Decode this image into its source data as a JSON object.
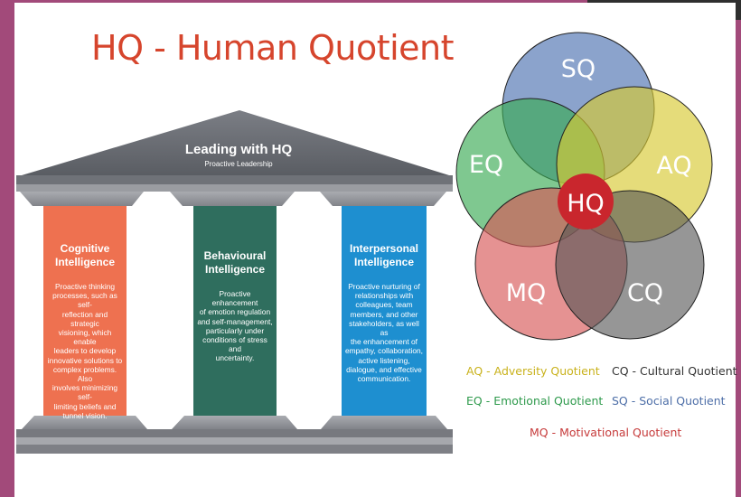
{
  "title": "HQ - Human Quotient",
  "temple": {
    "roof_title": "Leading with HQ",
    "roof_subtitle": "Proactive Leadership",
    "pillars": [
      {
        "title_lines": [
          "Cognitive",
          "Intelligence"
        ],
        "body_lines": [
          "Proactive thinking",
          "processes, such as self-",
          "reflection and strategic",
          "visioning, which enable",
          "leaders to develop",
          "innovative solutions to",
          "complex problems. Also",
          "involves minimizing self-",
          "limiting beliefs and",
          "tunnel vision."
        ],
        "color": "#ee7150"
      },
      {
        "title_lines": [
          "Behavioural",
          "Intelligence"
        ],
        "body_lines": [
          "Proactive enhancement",
          "of emotion regulation",
          "and self-management,",
          "particularly under",
          "conditions of stress and",
          "uncertainty."
        ],
        "color": "#2f6e5e"
      },
      {
        "title_lines": [
          "Interpersonal",
          "Intelligence"
        ],
        "body_lines": [
          "Proactive nurturing of",
          "relationships with",
          "colleagues, team",
          "members, and other",
          "stakeholders, as well as",
          "the enhancement of",
          "empathy, collaboration,",
          "active listening,",
          "dialogue, and effective",
          "communication."
        ],
        "color": "#1e8fd0"
      }
    ]
  },
  "venn": {
    "center": {
      "label": "HQ",
      "color": "#c9262d"
    },
    "circles": [
      {
        "label": "SQ",
        "color": "#5e7fb8"
      },
      {
        "label": "EQ",
        "color": "#3aaa55"
      },
      {
        "label": "AQ",
        "color": "#d7c933"
      },
      {
        "label": "MQ",
        "color": "#d75757"
      },
      {
        "label": "CQ",
        "color": "#555555"
      }
    ]
  },
  "legend": {
    "aq": "AQ  - Adversity Quotient",
    "cq": "CQ  - Cultural Quotient",
    "eq": "EQ  - Emotional Quotient",
    "sq": "SQ  - Social Quotient",
    "mq": "MQ  - Motivational Quotient"
  }
}
